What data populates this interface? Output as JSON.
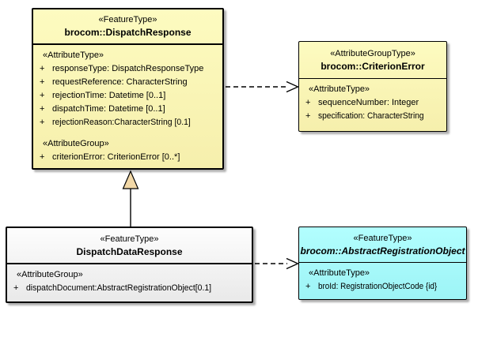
{
  "diagram_type": "uml-class-diagram",
  "colors": {
    "class_fill_yellow": "#FBF7B6",
    "class_fill_cyan": "#A7FBFC",
    "class_fill_gray": "#F2F2F2",
    "border": "#000000",
    "generalization_triangle_fill": "#F2D8A7",
    "shadow": "#6E6E6E"
  },
  "boxes": {
    "dispatchResponse": {
      "stereotype": "«FeatureType»",
      "name": "brocom::DispatchResponse",
      "attributeTypeHeading": "«AttributeType»",
      "attributeGroupHeading": "«AttributeGroup»",
      "attributes": [
        {
          "vis": "+",
          "text": "responseType: DispatchResponseType"
        },
        {
          "vis": "+",
          "text": "requestReference: CharacterString"
        },
        {
          "vis": "+",
          "text": "rejectionTime: Datetime [0..1]"
        },
        {
          "vis": "+",
          "text": "dispatchTime: Datetime [0..1]"
        },
        {
          "vis": "+",
          "text": "rejectionReason:CharacterString [0.1]"
        }
      ],
      "groupAttributes": [
        {
          "vis": "+",
          "text": "criterionError: CriterionError [0..*]"
        }
      ]
    },
    "criterionError": {
      "stereotype": "«AttributeGroupType»",
      "name": "brocom::CriterionError",
      "attributeTypeHeading": "«AttributeType»",
      "attributes": [
        {
          "vis": "+",
          "text": "sequenceNumber: Integer"
        },
        {
          "vis": "+",
          "text": "specification: CharacterString"
        }
      ]
    },
    "dispatchDataResponse": {
      "stereotype": "«FeatureType»",
      "name": "DispatchDataResponse",
      "attributeGroupHeading": "«AttributeGroup»",
      "groupAttributes": [
        {
          "vis": "+",
          "text": "dispatchDocument:AbstractRegistrationObject[0.1]"
        }
      ]
    },
    "abstractRegistrationObject": {
      "stereotype": "«FeatureType»",
      "name": "brocom::AbstractRegistrationObject",
      "attributeTypeHeading": "«AttributeType»",
      "attributes": [
        {
          "vis": "+",
          "text": "broId: RegistrationObjectCode {id}"
        }
      ]
    }
  },
  "connectors": [
    {
      "type": "dependency",
      "from": "brocom::DispatchResponse",
      "to": "brocom::CriterionError",
      "line": "dashed",
      "arrowhead": "open"
    },
    {
      "type": "generalization",
      "from": "DispatchDataResponse",
      "to": "brocom::DispatchResponse",
      "line": "solid",
      "arrowhead": "hollow-triangle"
    },
    {
      "type": "dependency",
      "from": "DispatchDataResponse",
      "to": "brocom::AbstractRegistrationObject",
      "line": "dashed",
      "arrowhead": "open"
    }
  ]
}
